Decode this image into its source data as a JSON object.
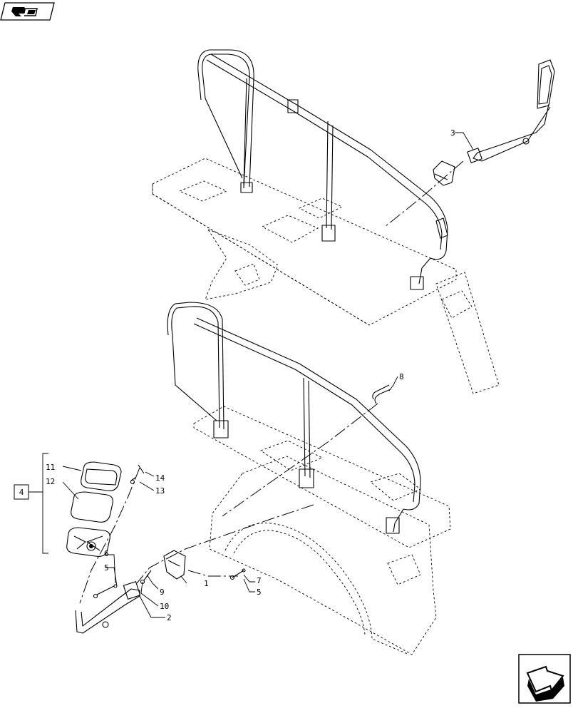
{
  "navigation": {
    "prev_icon": "book-arrow-icon",
    "next_icon": "next-page-arrow-icon"
  },
  "group_label": "4",
  "callouts": {
    "c1": "1",
    "c2": "2",
    "c3": "3",
    "c5a": "5",
    "c5b": "5",
    "c6": "6",
    "c7": "7",
    "c8": "8",
    "c9": "9",
    "c10": "10",
    "c11": "11",
    "c12": "12",
    "c13": "13",
    "c14": "14"
  }
}
